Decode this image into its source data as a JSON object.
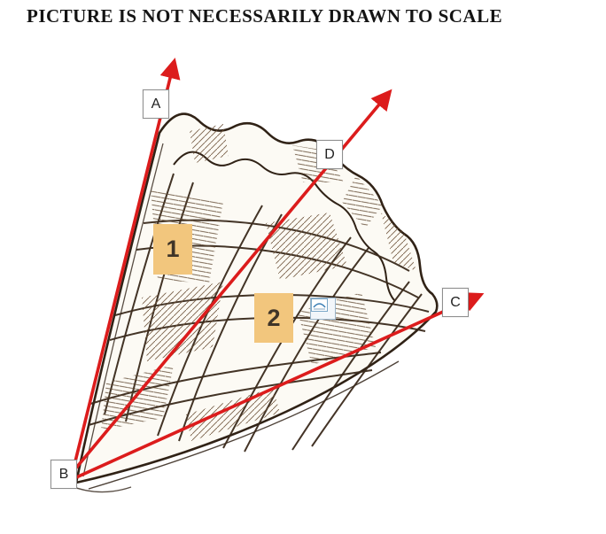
{
  "title": "PICTURE IS NOT NECESSARILY DRAWN TO SCALE",
  "labels": {
    "A": "A",
    "B": "B",
    "C": "C",
    "D": "D"
  },
  "angles": {
    "angle1": "1",
    "angle2": "2"
  },
  "colors": {
    "ray_red": "#dc1c1c",
    "angle_box": "#f2c67d",
    "pie_outline": "#302216",
    "pie_fill": "#fcfaf4"
  }
}
